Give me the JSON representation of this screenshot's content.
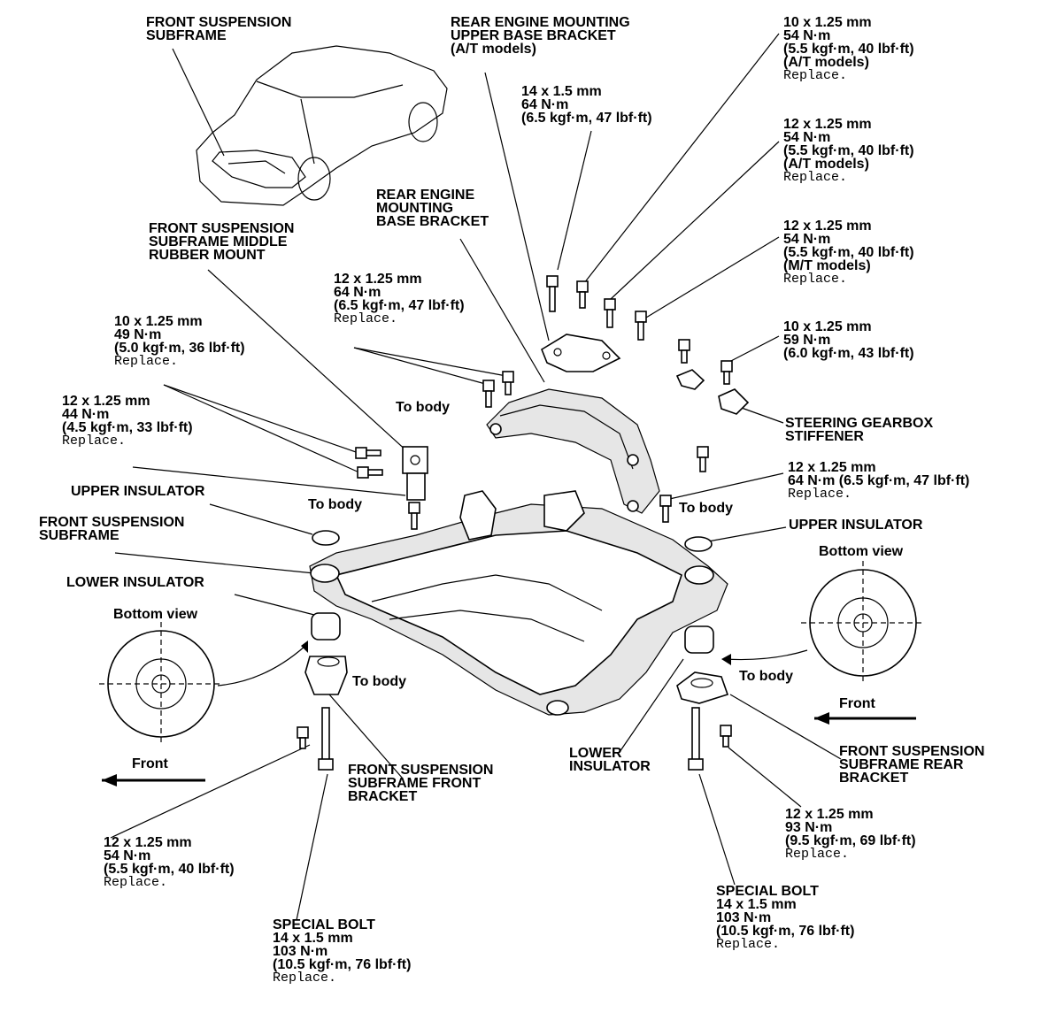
{
  "labels": {
    "fs_subframe_top": [
      "FRONT SUSPENSION",
      "SUBFRAME"
    ],
    "rear_upper_base": [
      "REAR ENGINE MOUNTING",
      "UPPER BASE BRACKET",
      "(A/T models)"
    ],
    "torque_14_64": [
      "14 x 1.5 mm",
      "64 N·m",
      "(6.5 kgf·m, 47 lbf·ft)"
    ],
    "torque_10_54_at": [
      "10 x 1.25 mm",
      "54 N·m",
      "(5.5 kgf·m, 40 lbf·ft)",
      "(A/T models)"
    ],
    "torque_10_54_at_note": "Replace.",
    "torque_12_54_at": [
      "12 x 1.25 mm",
      "54 N·m",
      "(5.5 kgf·m, 40 lbf·ft)",
      "(A/T models)"
    ],
    "torque_12_54_at_note": "Replace.",
    "torque_12_54_mt": [
      "12 x 1.25 mm",
      "54 N·m",
      "(5.5 kgf·m, 40 lbf·ft)",
      "(M/T models)"
    ],
    "torque_12_54_mt_note": "Replace.",
    "torque_10_59": [
      "10 x 1.25 mm",
      "59 N·m",
      "(6.0 kgf·m, 43 lbf·ft)"
    ],
    "rear_base": [
      "REAR ENGINE",
      "MOUNTING",
      "BASE BRACKET"
    ],
    "middle_mount": [
      "FRONT SUSPENSION",
      "SUBFRAME MIDDLE",
      "RUBBER MOUNT"
    ],
    "torque_12_64_left": [
      "12 x 1.25 mm",
      "64 N·m",
      "(6.5 kgf·m, 47 lbf·ft)"
    ],
    "torque_12_64_left_note": "Replace.",
    "torque_10_49": [
      "10 x 1.25 mm",
      "49 N·m",
      "(5.0 kgf·m, 36 lbf·ft)"
    ],
    "torque_10_49_note": "Replace.",
    "torque_12_44": [
      "12 x 1.25 mm",
      "44 N·m",
      "(4.5 kgf·m, 33 lbf·ft)"
    ],
    "torque_12_44_note": "Replace.",
    "to_body_1": "To body",
    "to_body_2": "To body",
    "to_body_3": "To body",
    "to_body_4": "To body",
    "to_body_5": "To body",
    "steering_stiffener": [
      "STEERING GEARBOX",
      "STIFFENER"
    ],
    "torque_12_64_right": [
      "12 x 1.25 mm",
      "64 N·m (6.5 kgf·m, 47 lbf·ft)"
    ],
    "torque_12_64_right_note": "Replace.",
    "upper_insulator_left": "UPPER INSULATOR",
    "upper_insulator_right": "UPPER INSULATOR",
    "fs_subframe_left": [
      "FRONT SUSPENSION",
      "SUBFRAME"
    ],
    "lower_insulator_left": "LOWER INSULATOR",
    "lower_insulator_bottom": [
      "LOWER",
      "INSULATOR"
    ],
    "bottom_view_left": "Bottom view",
    "bottom_view_right": "Bottom view",
    "front_left": "Front",
    "front_right": "Front",
    "front_bracket": [
      "FRONT SUSPENSION",
      "SUBFRAME FRONT",
      "BRACKET"
    ],
    "rear_bracket": [
      "FRONT SUSPENSION",
      "SUBFRAME REAR",
      "BRACKET"
    ],
    "torque_12_54_bottom": [
      "12 x 1.25 mm",
      "54 N·m",
      "(5.5 kgf·m, 40 lbf·ft)"
    ],
    "torque_12_54_bottom_note": "Replace.",
    "special_bolt_left": [
      "SPECIAL BOLT",
      "14 x 1.5 mm",
      "103 N·m",
      "(10.5 kgf·m, 76 lbf·ft)"
    ],
    "special_bolt_left_note": "Replace.",
    "torque_12_93": [
      "12 x 1.25 mm",
      "93 N·m",
      "(9.5 kgf·m, 69 lbf·ft)"
    ],
    "torque_12_93_note": "Replace.",
    "special_bolt_right": [
      "SPECIAL BOLT",
      "14 x 1.5 mm",
      "103 N·m",
      "(10.5 kgf·m, 76 lbf·ft)"
    ],
    "special_bolt_right_note": "Replace."
  }
}
